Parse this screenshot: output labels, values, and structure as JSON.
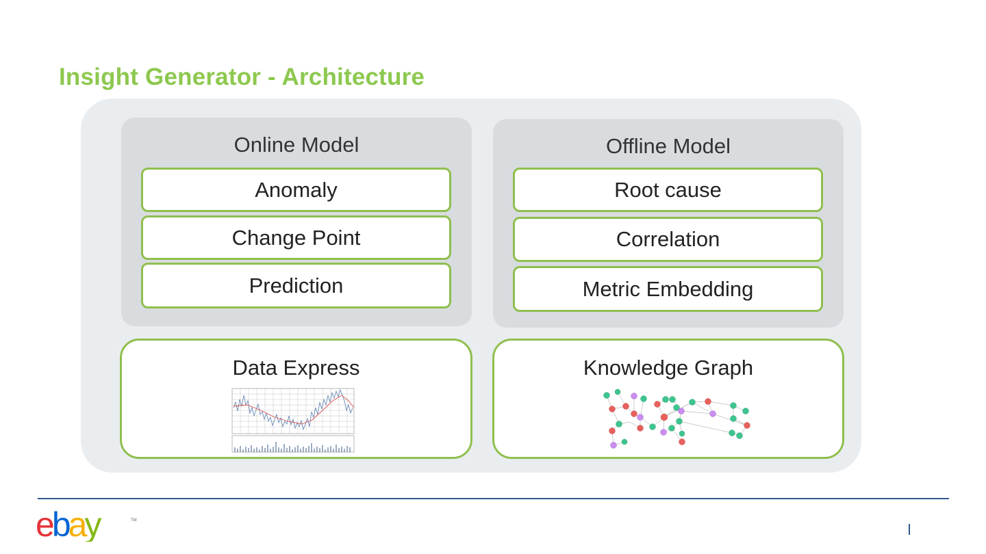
{
  "title": "Insight Generator - Architecture",
  "online_model": {
    "title": "Online Model",
    "items": [
      "Anomaly",
      "Change Point",
      "Prediction"
    ]
  },
  "offline_model": {
    "title": "Offline Model",
    "items": [
      "Root cause",
      "Correlation",
      "Metric Embedding"
    ]
  },
  "data_express": {
    "title": "Data Express"
  },
  "knowledge_graph": {
    "title": "Knowledge Graph"
  },
  "logo": {
    "text": "ebay",
    "trademark": "TM"
  },
  "colors": {
    "title_green": "#8dc84f",
    "box_border": "#8fbf4e",
    "outer_panel": "#eaedf0",
    "model_panel": "#d9dcdf",
    "footer_line": "#2f5a8e",
    "graph_green": "#3ec48e",
    "graph_red": "#e8605c",
    "graph_purple": "#c98ef0"
  }
}
